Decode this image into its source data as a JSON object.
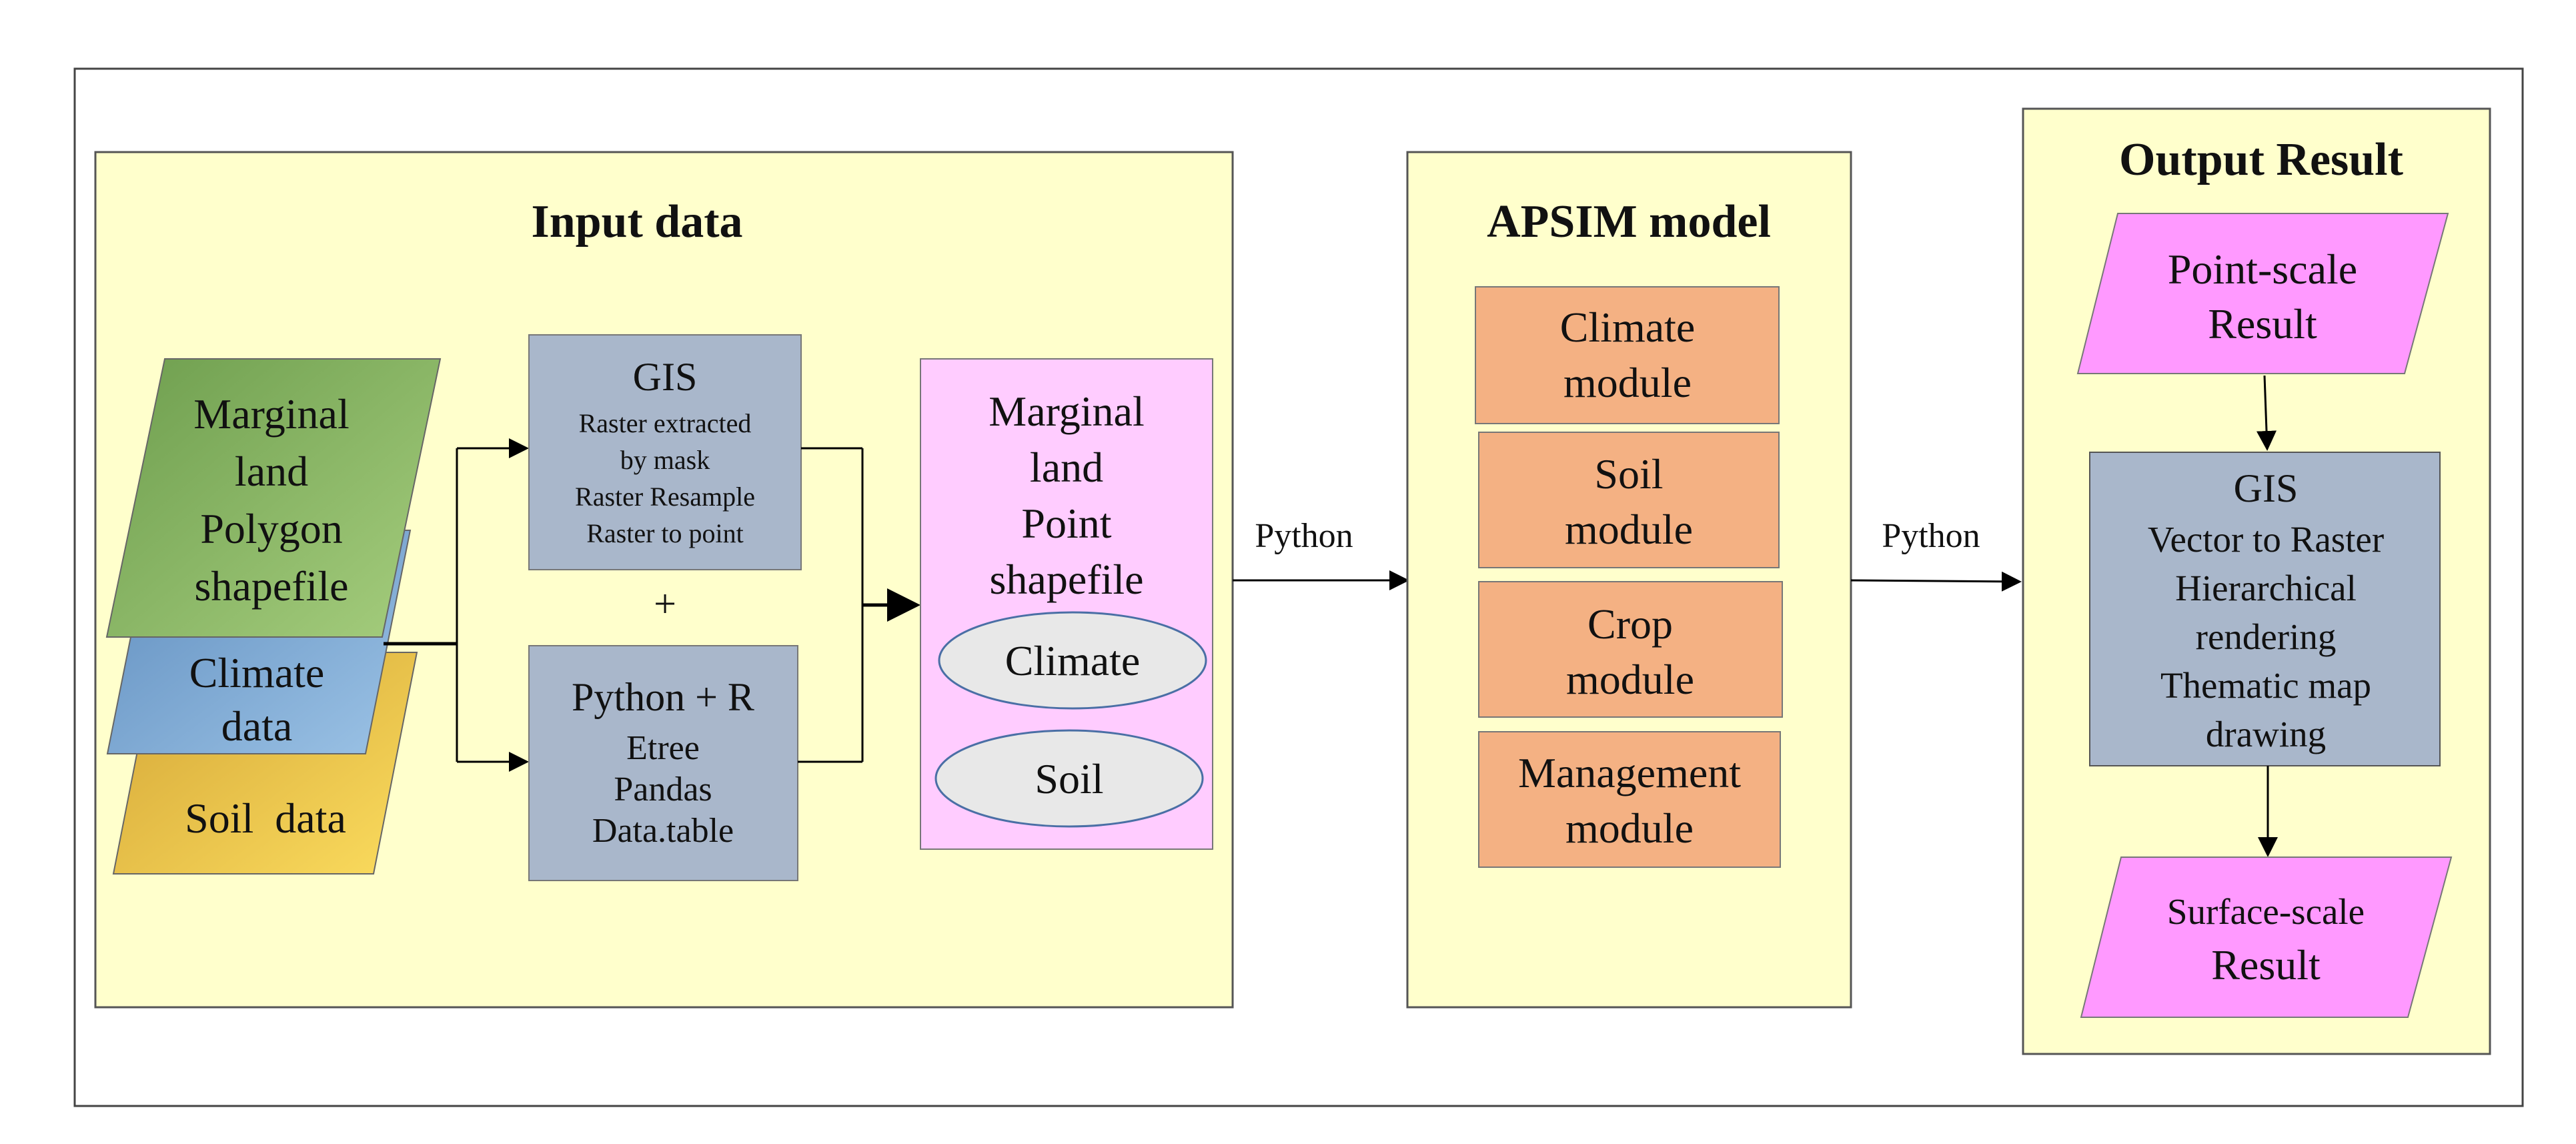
{
  "colors": {
    "panel_fill": "#FFFFCC",
    "panel_stroke": "#555555",
    "gis_fill": "#A9B7CB",
    "point_shapefile_fill": "#FFCCFF",
    "ellipse_fill": "#E8E8E8",
    "module_fill": "#F4B183",
    "output_parallelogram_fill": "#FF99FF",
    "marginal_green_dark": "#6E9E4E",
    "marginal_green_light": "#A6CE7E",
    "climate_blue_dark": "#5F8DBE",
    "climate_blue_light": "#9CC3E6",
    "soil_gold_dark": "#D3A536",
    "soil_gold_light": "#FBDC5E"
  },
  "input_panel": {
    "title": "Input data",
    "marginal_land_polygon": [
      "Marginal",
      "land",
      "Polygon",
      "shapefile"
    ],
    "climate_data": [
      "Climate",
      "data"
    ],
    "soil_data": "Soil  data",
    "gis_box": {
      "title": "GIS",
      "lines": [
        "Raster extracted",
        "by mask",
        "Raster Resample",
        "Raster to point"
      ]
    },
    "plus": "+",
    "python_r_box": {
      "title": "Python + R",
      "lines": [
        "Etree",
        "Pandas",
        "Data.table"
      ]
    },
    "point_shapefile": {
      "lines": [
        "Marginal",
        "land",
        "Point",
        "shapefile"
      ],
      "climate": "Climate",
      "soil": "Soil"
    }
  },
  "connector_python_1": "Python",
  "apsim_panel": {
    "title": "APSIM model",
    "modules": [
      [
        "Climate",
        "module"
      ],
      [
        "Soil",
        "module"
      ],
      [
        "Crop",
        "module"
      ],
      [
        "Management",
        "module"
      ]
    ]
  },
  "connector_python_2": "Python",
  "output_panel": {
    "title": "Output Result",
    "point_scale": [
      "Point-scale",
      "Result"
    ],
    "gis_box": {
      "title": "GIS",
      "lines": [
        "Vector to Raster",
        "Hierarchical",
        "rendering",
        "Thematic map",
        "drawing"
      ]
    },
    "surface_scale": [
      "Surface-scale",
      "Result"
    ]
  }
}
